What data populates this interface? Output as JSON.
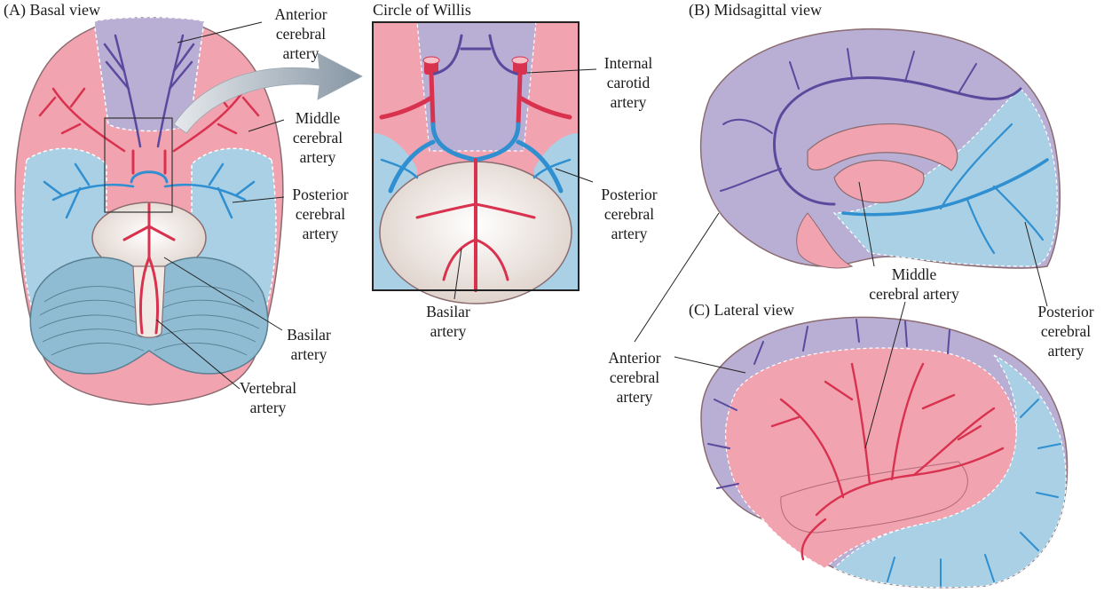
{
  "panels": {
    "a": {
      "title": "(A)  Basal view"
    },
    "inset": {
      "title": "Circle of Willis"
    },
    "b": {
      "title": "(B)  Midsagittal view"
    },
    "c": {
      "title": "(C)  Lateral view"
    }
  },
  "labels": {
    "a_anterior": [
      "Anterior",
      "cerebral",
      "artery"
    ],
    "a_middle": [
      "Middle",
      "cerebral",
      "artery"
    ],
    "a_posterior": [
      "Posterior",
      "cerebral",
      "artery"
    ],
    "a_basilar": [
      "Basilar",
      "artery"
    ],
    "a_vertebral": [
      "Vertebral",
      "artery"
    ],
    "inset_internal_carotid": [
      "Internal",
      "carotid",
      "artery"
    ],
    "inset_posterior": [
      "Posterior",
      "cerebral",
      "artery"
    ],
    "inset_basilar": [
      "Basilar",
      "artery"
    ],
    "bc_middle": [
      "Middle",
      "cerebral artery"
    ],
    "bc_posterior": [
      "Posterior",
      "cerebral",
      "artery"
    ],
    "bc_anterior": [
      "Anterior",
      "cerebral",
      "artery"
    ]
  },
  "colors": {
    "anterior_territory": "#b9aed3",
    "middle_territory": "#f2a3b0",
    "posterior_territory": "#a9d0e4",
    "anterior_artery": "#5a4a9e",
    "middle_artery": "#d9324f",
    "posterior_artery": "#2f8fd0",
    "stem": "#f1e9e3",
    "outline": "#7a6a6a"
  }
}
